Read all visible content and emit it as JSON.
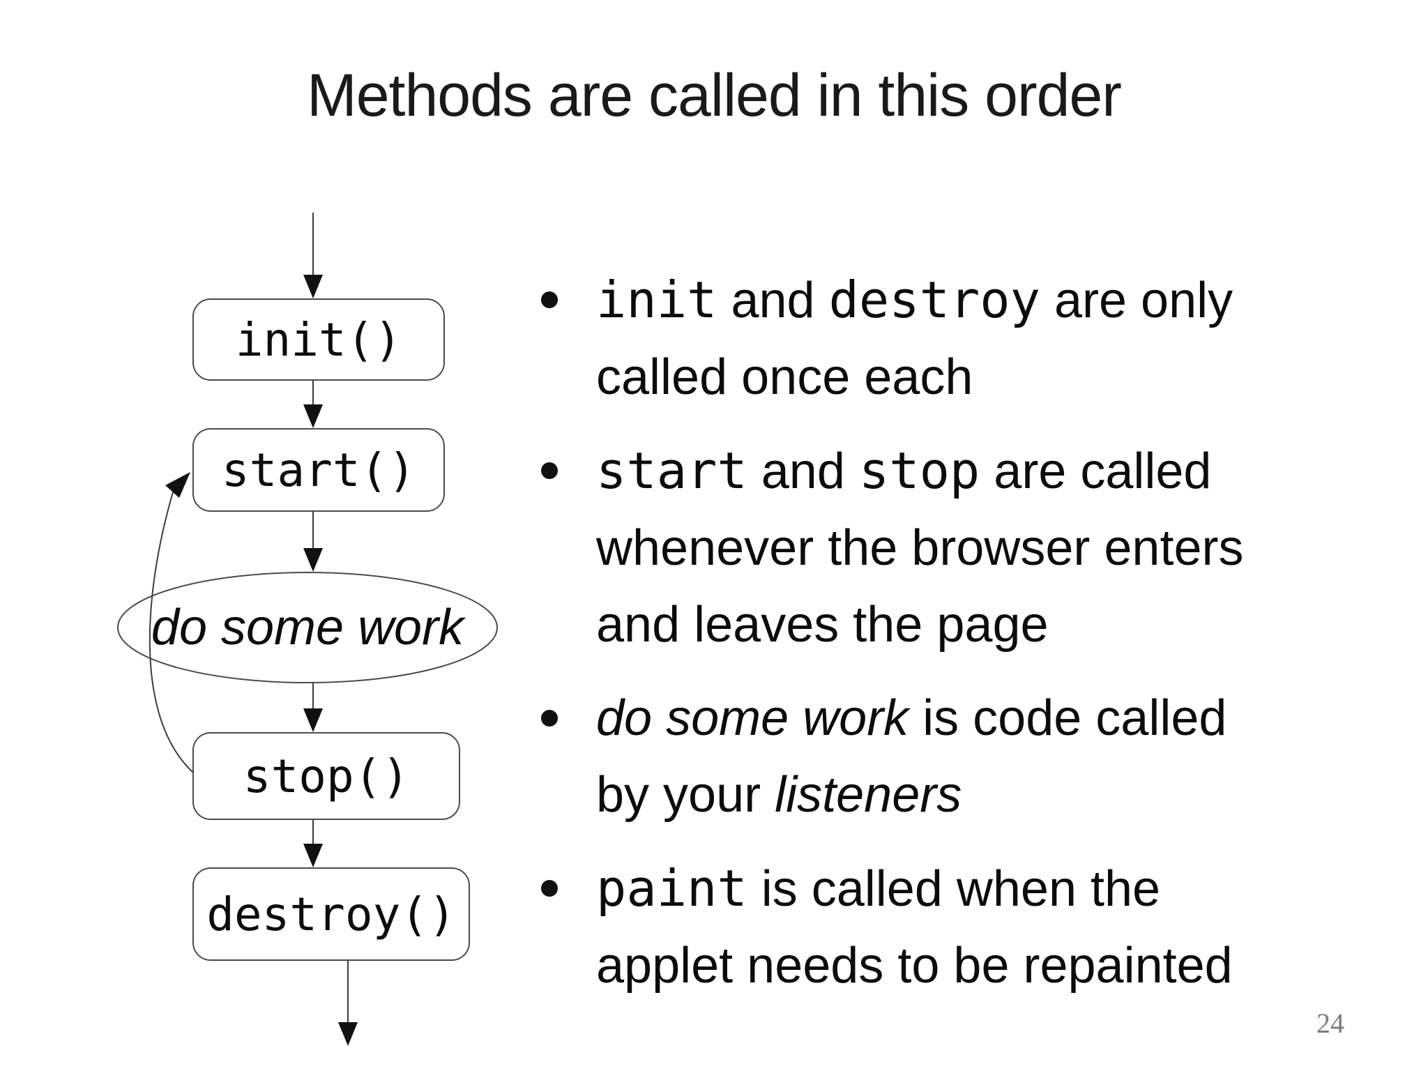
{
  "slide": {
    "title": "Methods are called in this order",
    "page_number": "24",
    "colors": {
      "background": "#ffffff",
      "text": "#0c0c0c",
      "diagram_lines": "#3c3c3c",
      "page_number": "#7c7c7c"
    }
  },
  "flowchart": {
    "nodes": [
      {
        "id": "init",
        "label": "init()",
        "shape": "rounded-rectangle"
      },
      {
        "id": "start",
        "label": "start()",
        "shape": "rounded-rectangle"
      },
      {
        "id": "work",
        "label": "do some work",
        "shape": "ellipse"
      },
      {
        "id": "stop",
        "label": "stop()",
        "shape": "rounded-rectangle"
      },
      {
        "id": "destroy",
        "label": "destroy()",
        "shape": "rounded-rectangle"
      }
    ],
    "edges": [
      "entry -> init()",
      "init() -> start()",
      "start() -> do some work",
      "do some work -> stop()",
      "stop() -> destroy()",
      "stop() -> start() (loop back)",
      "destroy() -> exit"
    ]
  },
  "bullets": [
    {
      "segments": [
        {
          "text": "init",
          "style": "code"
        },
        {
          "text": " and ",
          "style": "normal"
        },
        {
          "text": "destroy",
          "style": "code"
        },
        {
          "text": " are only called once each",
          "style": "normal"
        }
      ]
    },
    {
      "segments": [
        {
          "text": "start",
          "style": "code"
        },
        {
          "text": " and ",
          "style": "normal"
        },
        {
          "text": "stop",
          "style": "code"
        },
        {
          "text": " are called whenever the browser enters and leaves the page",
          "style": "normal"
        }
      ]
    },
    {
      "segments": [
        {
          "text": "do some work",
          "style": "italic"
        },
        {
          "text": " is code called by your ",
          "style": "normal"
        },
        {
          "text": "listeners",
          "style": "italic"
        }
      ]
    },
    {
      "segments": [
        {
          "text": "paint",
          "style": "code"
        },
        {
          "text": " is called when the applet needs to be repainted",
          "style": "normal"
        }
      ]
    }
  ]
}
